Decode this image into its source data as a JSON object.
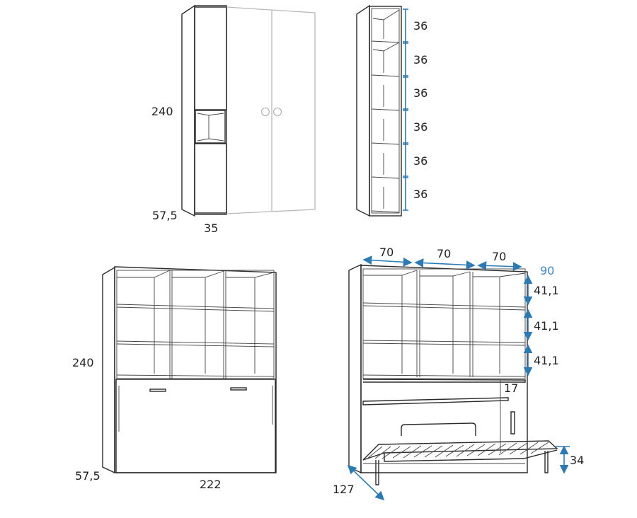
{
  "views": {
    "wardrobe": {
      "height": "240",
      "depth": "57,5",
      "width": "35"
    },
    "column": {
      "shelf_heights": [
        "36",
        "36",
        "36",
        "36",
        "36",
        "36"
      ]
    },
    "bed_unit_closed": {
      "height": "240",
      "depth": "57,5",
      "width": "222"
    },
    "bed_unit_open": {
      "widths": [
        "70",
        "70",
        "70"
      ],
      "total_depth_label": "90",
      "shelf_heights": [
        "41,1",
        "41,1",
        "41,1"
      ],
      "desk_gap": "17",
      "bed_length": "127",
      "bed_height": "34"
    }
  },
  "colors": {
    "dimension": "#2a7ab5",
    "line": "#2b2b2b"
  }
}
